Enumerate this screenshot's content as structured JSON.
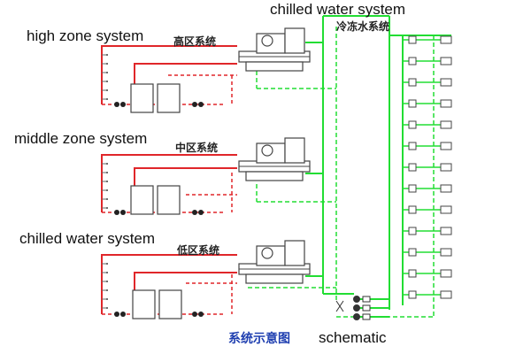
{
  "labels": {
    "high_zone": "high zone system",
    "middle_zone": "middle zone system",
    "low_zone": "chilled water system",
    "chilled_top": "chilled water system",
    "schematic": "schematic"
  },
  "chinese_labels": {
    "high": "高区系统",
    "middle": "中区系统",
    "low": "低区系统",
    "chilled": "冷冻水系统",
    "schematic": "系统示意图"
  },
  "colors": {
    "hot_water": "#e0262a",
    "chilled_water": "#22dd33",
    "equipment": "#444444",
    "title_blue": "#1f3fb0"
  },
  "zones": [
    "high",
    "middle",
    "low"
  ],
  "terminal_unit_count": 13
}
